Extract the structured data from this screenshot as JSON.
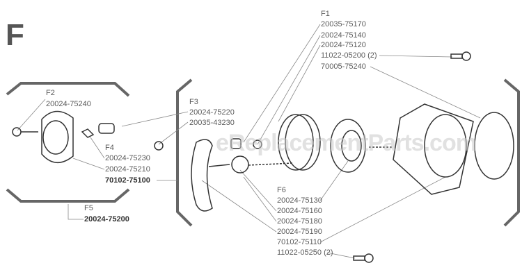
{
  "section_letter": "F",
  "watermark": "eReplacementParts.com",
  "groups": {
    "F1": {
      "label": "F1",
      "parts": [
        "20035-75170",
        "20024-75140",
        "20024-75120",
        "11022-05200 (2)",
        "70005-75240"
      ]
    },
    "F2": {
      "label": "F2",
      "parts": [
        "20024-75240"
      ]
    },
    "F3": {
      "label": "F3",
      "parts": [
        "20024-75220",
        "20035-43230"
      ]
    },
    "F4": {
      "label": "F4",
      "parts": [
        "20024-75230",
        "20024-75210",
        "70102-75100"
      ]
    },
    "F5": {
      "label": "F5",
      "parts": [
        "20024-75200"
      ]
    },
    "F6": {
      "label": "F6",
      "parts": [
        "20024-75130",
        "20024-75160",
        "20024-75180",
        "20024-75190",
        "70102-75110",
        "11022-05250 (2)"
      ]
    }
  }
}
